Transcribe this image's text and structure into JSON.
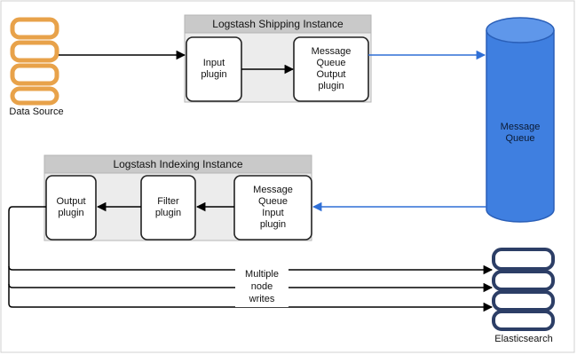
{
  "diagram": {
    "data_source": "Data Source",
    "shipping_instance": {
      "title": "Logstash Shipping Instance",
      "input_plugin": "Input\nplugin",
      "mq_output_plugin": "Message\nQueue\nOutput\nplugin"
    },
    "message_queue": "Message\nQueue",
    "indexing_instance": {
      "title": "Logstash Indexing Instance",
      "mq_input_plugin": "Message\nQueue\nInput\nplugin",
      "filter_plugin": "Filter\nplugin",
      "output_plugin": "Output\nplugin"
    },
    "writes_label": "Multiple\nnode\nwrites",
    "elasticsearch": "Elasticsearch",
    "colors": {
      "data_source_stroke": "#e8a24a",
      "queue_fill": "#3f7fe0",
      "queue_stroke": "#2a5fb8",
      "blue_arrow": "#2f6fd6",
      "elasticsearch_stroke": "#2c3e66",
      "group_fill": "#ececec",
      "group_header": "#c9c9c9"
    }
  }
}
